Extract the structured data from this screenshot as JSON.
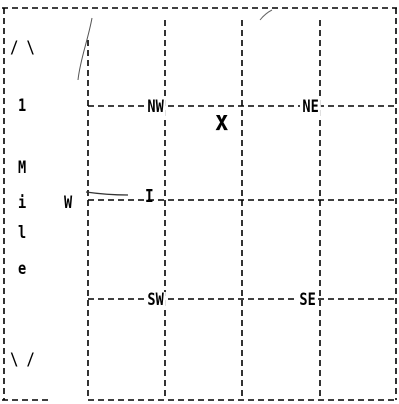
{
  "map": {
    "scale_bar": {
      "top_arrow": "/ \\",
      "number": "1",
      "unit_letters": [
        "M",
        "i",
        "l",
        "e"
      ],
      "bottom_arrow": "\\ /"
    },
    "side_label": "W",
    "quadrants": {
      "nw": "NW",
      "ne": "NE",
      "sw": "SW",
      "se": "SE"
    },
    "marks": {
      "x_mark": "x",
      "i_mark": "I"
    }
  }
}
